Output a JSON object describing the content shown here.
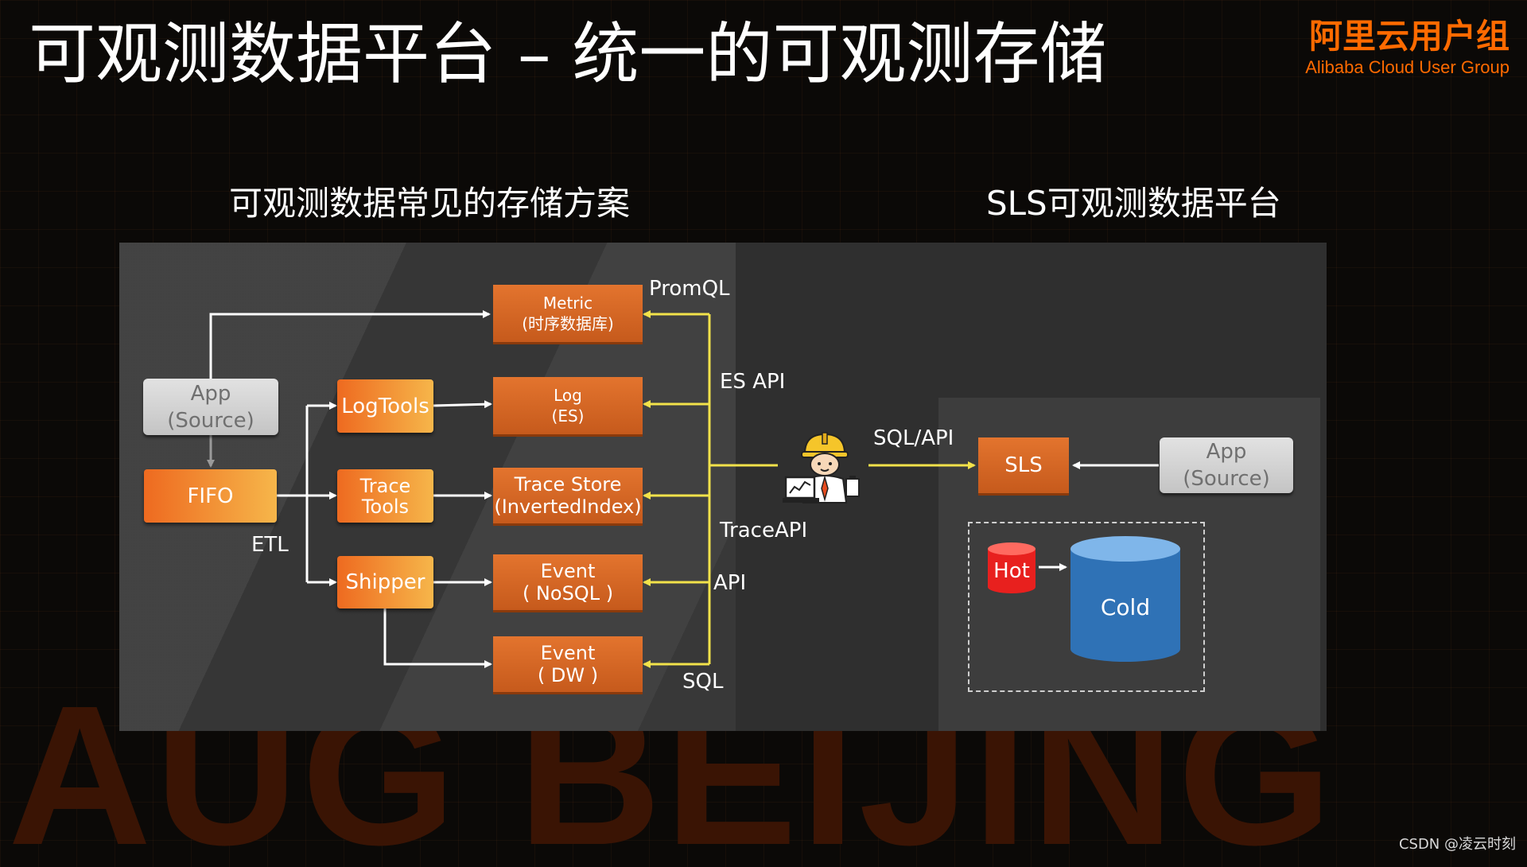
{
  "slide": {
    "title": "可观测数据平台 – 统一的可观测存储",
    "brand_cn": "阿里云用户组",
    "brand_en": "Alibaba Cloud User Group",
    "watermark": "AUG BEIJING",
    "credit": "CSDN @凌云时刻"
  },
  "sections": {
    "left_title": "可观测数据常见的存储方案",
    "right_title": "SLS可观测数据平台"
  },
  "left_nodes": {
    "app": "App\n(Source)",
    "fifo": "FIFO",
    "logtools": "LogTools",
    "trace_tools": "Trace\nTools",
    "shipper": "Shipper",
    "metric": "Metric\n(时序数据库)",
    "log": "Log\n(ES)",
    "trace_store": "Trace Store\n(InvertedIndex)",
    "event_nosql": "Event\n( NoSQL )",
    "event_dw": "Event\n( DW )"
  },
  "edge_labels": {
    "etl": "ETL",
    "promql": "PromQL",
    "es_api": "ES API",
    "trace_api": "TraceAPI",
    "api": "API",
    "sql": "SQL",
    "sql_api": "SQL/API"
  },
  "right_nodes": {
    "sls": "SLS",
    "app": "App\n(Source)",
    "hot": "Hot",
    "cold": "Cold"
  },
  "icons": {
    "engineer": "engineer-with-chart-icon"
  },
  "colors": {
    "accent": "#ff6a00",
    "api_line": "#f2e24a",
    "flow_line": "#ffffff",
    "hot": "#e8201e",
    "cold": "#2f72b6"
  }
}
